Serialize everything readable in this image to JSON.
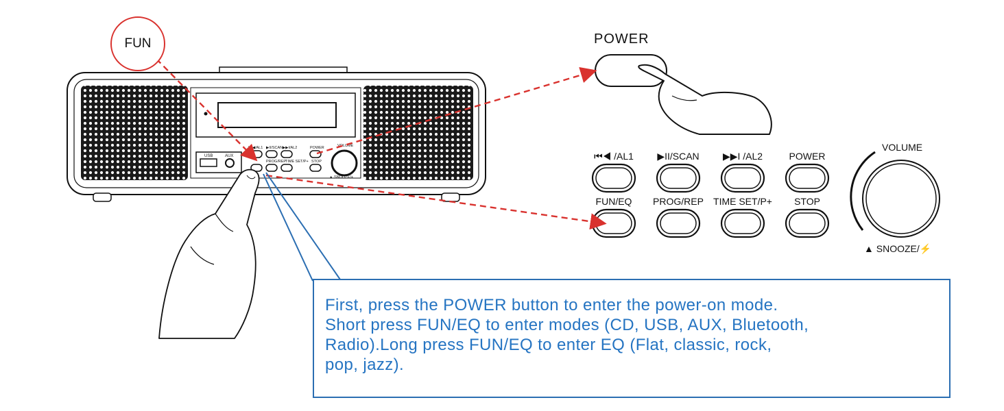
{
  "callout": {
    "fun": "FUN"
  },
  "power_zoom": {
    "label": "POWER"
  },
  "control_panel": {
    "top_row": [
      "⏮◀ /AL1",
      "▶II/SCAN",
      "▶▶I /AL2",
      "POWER"
    ],
    "bottom_row": [
      "FUN/EQ",
      "PROG/REP",
      "TIME SET/P+",
      "STOP"
    ],
    "volume_label": "VOLUME",
    "snooze_label": "▲ SNOOZE/⚡"
  },
  "radio_panel": {
    "usb": "USB",
    "aux": "AUX",
    "small_labels": [
      "I◀◀/AL1",
      "▶II/SCAN",
      "▶▶I/AL2",
      "POWER",
      "PROG/REP",
      "TIME SET/P+",
      "STOP",
      "VOLUME",
      "▲ SNOOZE/+"
    ]
  },
  "instructions": [
    "First, press the POWER button to enter the power-on mode.",
    "Short press FUN/EQ to enter modes (CD, USB, AUX, Bluetooth,",
    "Radio).Long press FUN/EQ to enter EQ (Flat, classic, rock,",
    "pop, jazz)."
  ],
  "colors": {
    "arrow": "#d9322e",
    "callout_blue": "#2b6eb2",
    "text_blue": "#2574c2"
  }
}
